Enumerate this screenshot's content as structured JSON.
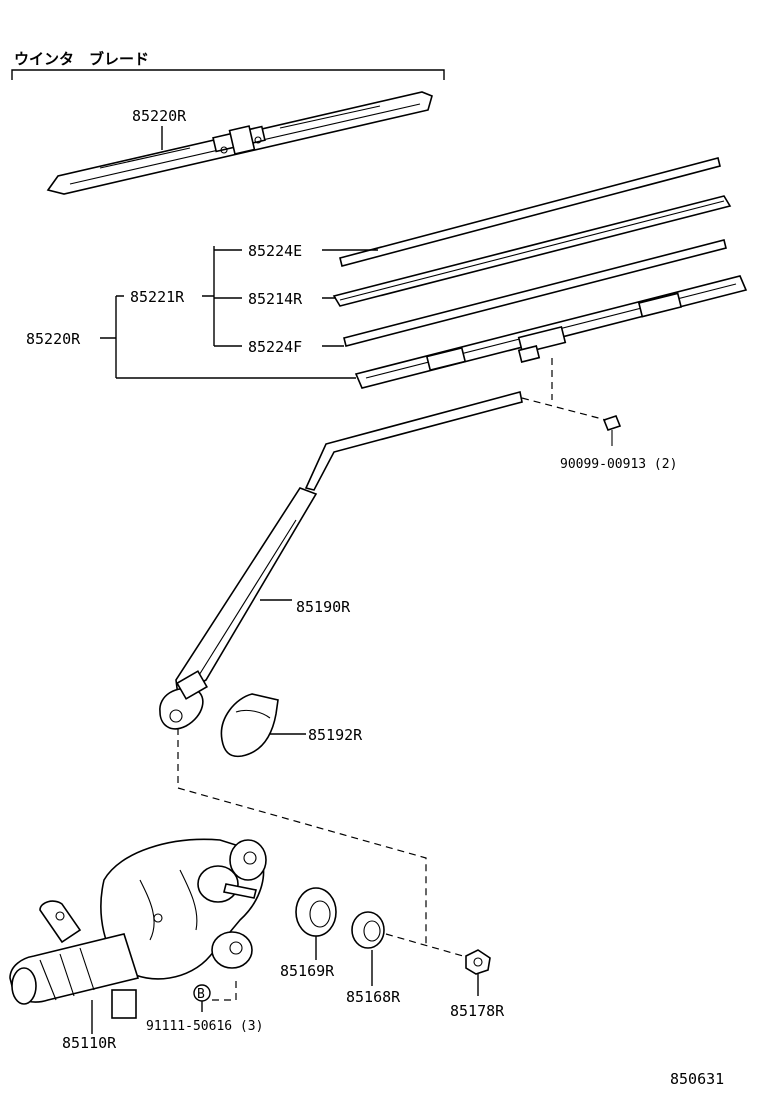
{
  "title": "ウインタ　ブレード",
  "figure_code": "850631",
  "parts": {
    "blade_assy_top": "85220R",
    "insert_upper": "85224E",
    "rubber_sub": "85221R",
    "rubber": "85214R",
    "blade_assy_left": "85220R",
    "insert_lower": "85224F",
    "screw": "90099-00913 (2)",
    "arm": "85190R",
    "cap": "85192R",
    "grommet": "85169R",
    "bushing": "85168R",
    "nut": "85178R",
    "motor": "85110R",
    "bolt": "91111-50616 (3)",
    "bolt_mark": "B"
  }
}
